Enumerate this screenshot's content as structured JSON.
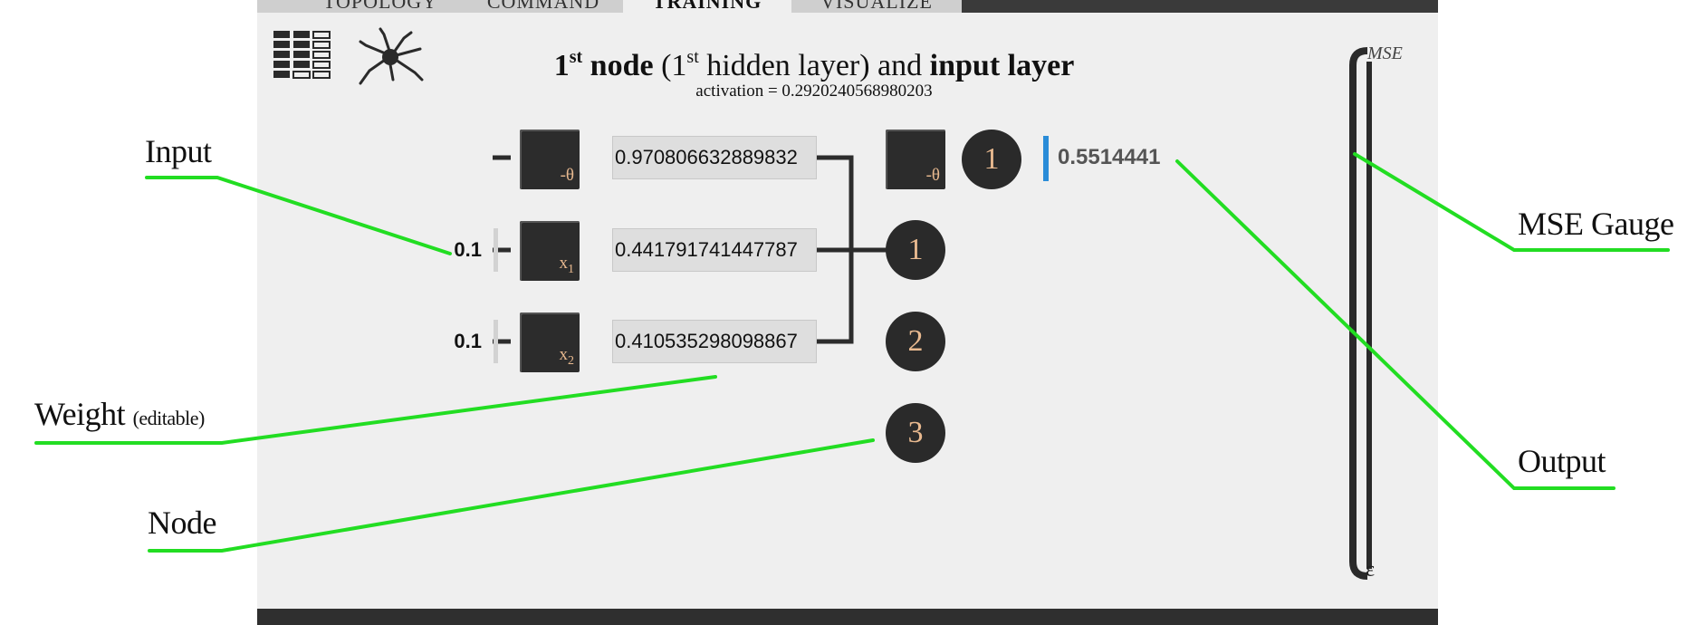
{
  "tabs": [
    {
      "label": "TOPOLOGY",
      "active": false
    },
    {
      "label": "COMMAND",
      "active": false
    },
    {
      "label": "TRAINING",
      "active": true
    },
    {
      "label": "VISUALIZE",
      "active": false
    }
  ],
  "header": {
    "title_ordinal": "1",
    "title_ordinal_sup": "st",
    "title_node_word": "node",
    "title_paren_open": "(1",
    "title_layer_sup": "st",
    "title_hidden_layer": "hidden layer) and",
    "title_input_layer": "input layer",
    "activation_text": "activation = 0.2920240568980203"
  },
  "input_layer": {
    "bias": {
      "symbol": "-θ",
      "weight": "0.970806632889832"
    },
    "inputs": [
      {
        "value": "0.1",
        "symbol": "x",
        "sub": "1",
        "weight": "0.441791741447787"
      },
      {
        "value": "0.1",
        "symbol": "x",
        "sub": "2",
        "weight": "0.410535298098867"
      }
    ]
  },
  "hidden_nodes": [
    {
      "label": "1"
    },
    {
      "label": "2"
    },
    {
      "label": "3"
    }
  ],
  "output": {
    "bias_symbol": "-θ",
    "node_label": "1",
    "value": "0.5514441",
    "bar_color": "#2a8cd8"
  },
  "gauge": {
    "top_label": "MSE",
    "bottom_label": "ε"
  },
  "annotations": {
    "input": "Input",
    "weight": "Weight",
    "weight_note": "(editable)",
    "node": "Node",
    "mse_gauge": "MSE Gauge",
    "output": "Output",
    "line_color": "#22dd22"
  },
  "icons": {
    "grid": "grid-table-icon",
    "neuron": "neuron-icon"
  }
}
